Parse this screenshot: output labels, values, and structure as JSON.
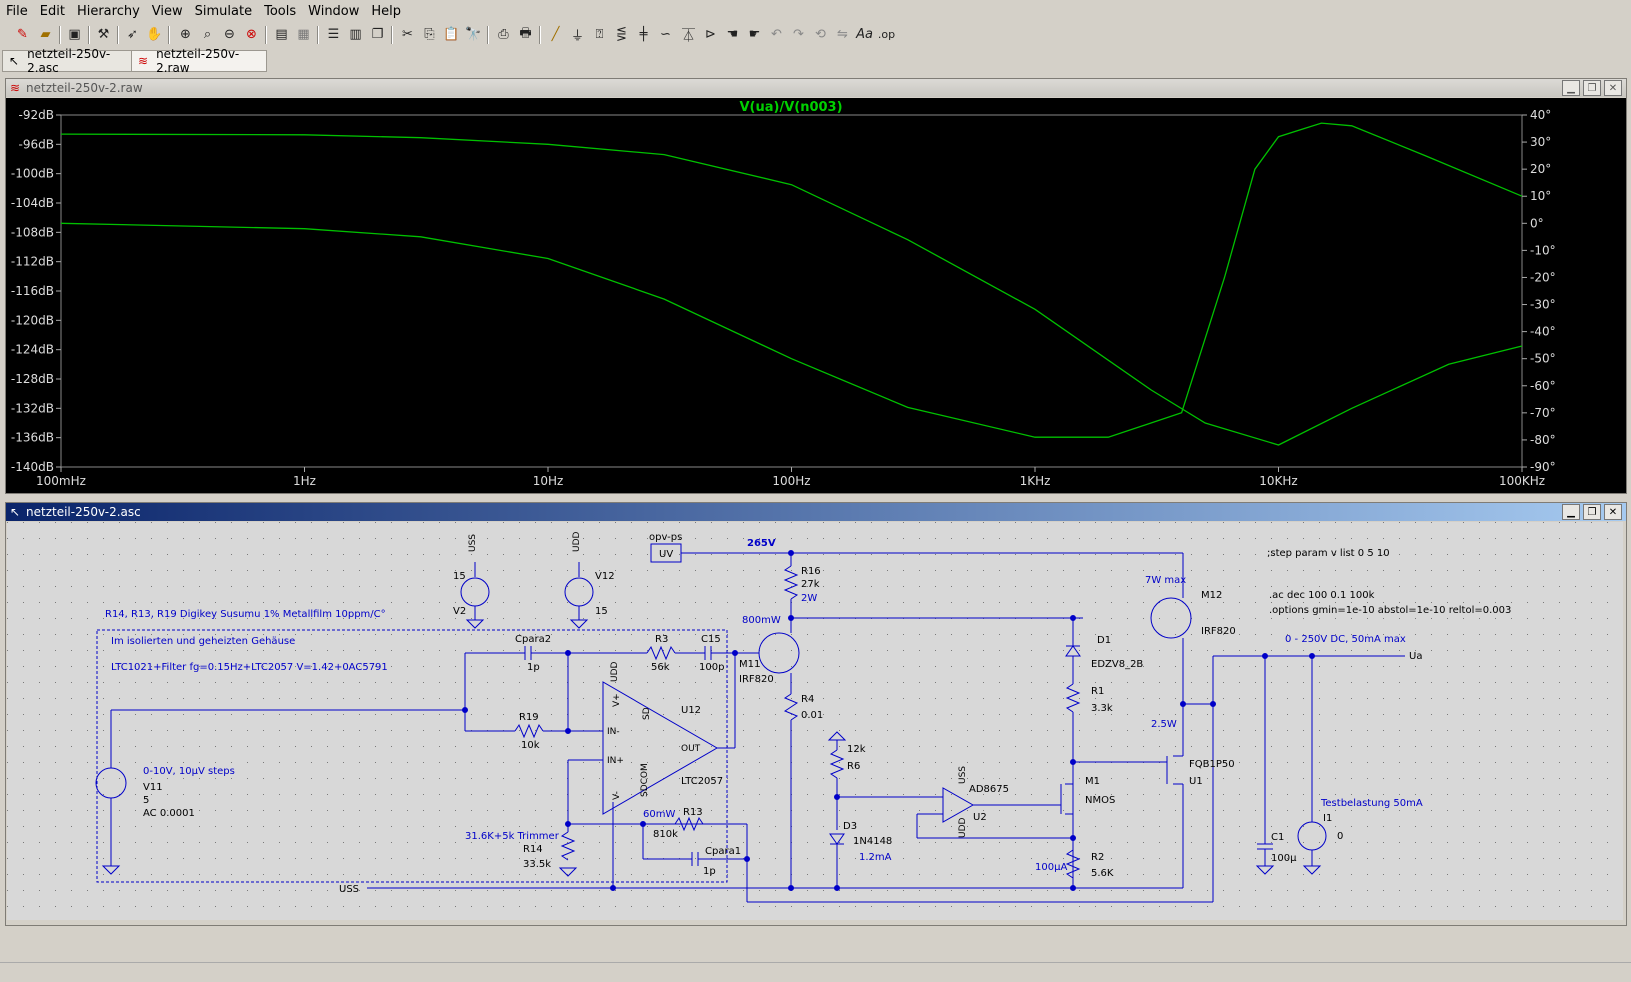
{
  "menu": [
    "File",
    "Edit",
    "Hierarchy",
    "View",
    "Simulate",
    "Tools",
    "Window",
    "Help"
  ],
  "tabs": [
    {
      "label": "netzteil-250v-2.asc",
      "active": false
    },
    {
      "label": "netzteil-250v-2.raw",
      "active": true
    }
  ],
  "waveform_window": {
    "title": "netzteil-250v-2.raw",
    "trace_label": "V(ua)/V(n003)",
    "y_left_ticks": [
      "-92dB",
      "-96dB",
      "-100dB",
      "-104dB",
      "-108dB",
      "-112dB",
      "-116dB",
      "-120dB",
      "-124dB",
      "-128dB",
      "-132dB",
      "-136dB",
      "-140dB"
    ],
    "y_right_ticks": [
      "40°",
      "30°",
      "20°",
      "10°",
      "0°",
      "-10°",
      "-20°",
      "-30°",
      "-40°",
      "-50°",
      "-60°",
      "-70°",
      "-80°",
      "-90°"
    ],
    "x_ticks": [
      "100mHz",
      "1Hz",
      "10Hz",
      "100Hz",
      "1KHz",
      "10KHz",
      "100KHz"
    ],
    "trace_color": "#00c000"
  },
  "chart_data": {
    "type": "line",
    "title": "V(ua)/V(n003)",
    "x_scale": "log",
    "xlim_hz": [
      0.1,
      100000
    ],
    "ylim_left_db": [
      -140,
      -92
    ],
    "ylim_right_deg": [
      -90,
      40
    ],
    "series": [
      {
        "name": "magnitude",
        "unit": "dB",
        "x": [
          0.1,
          1,
          3,
          10,
          30,
          100,
          300,
          1000,
          3000,
          5000,
          10000,
          20000,
          50000,
          100000
        ],
        "y": [
          -94.6,
          -94.7,
          -95.1,
          -96,
          -97.4,
          -101.5,
          -109,
          -118.5,
          -129.5,
          -134,
          -137,
          -132,
          -126,
          -123.5
        ]
      },
      {
        "name": "phase",
        "unit": "deg",
        "x": [
          0.1,
          1,
          3,
          10,
          30,
          100,
          300,
          1000,
          2000,
          4000,
          6000,
          8000,
          10000,
          15000,
          20000,
          40000,
          100000
        ],
        "y": [
          0,
          -2,
          -5,
          -13,
          -28,
          -50,
          -68,
          -79,
          -79,
          -70,
          -20,
          20,
          32,
          37,
          36,
          25,
          10
        ]
      }
    ]
  },
  "schematic_window": {
    "title": "netzteil-250v-2.asc",
    "labels": {
      "uss_top": "USS",
      "udd_top": "UDD",
      "v2_val": "15",
      "v2_name": "V2",
      "v12_name": "V12",
      "v12_val": "15",
      "opv_ps": "opv-ps",
      "uv": "UV",
      "v265": "265V",
      "r16": "R16",
      "r16_val": "27k",
      "r16_pow": "2W",
      "m11_pow": "800mW",
      "m11": "M11",
      "m11_model": "IRF820",
      "r4": "R4",
      "r4_val": "0.01",
      "note1": "R14, R13, R19 Digikey Susumu 1% Metallfilm 10ppm/C°",
      "note2": "Im isolierten und geheizten Gehäuse",
      "note3": "LTC1021+Filter fg=0.15Hz+LTC2057 V=1.42+0AC5791",
      "cpara2": "Cpara2",
      "cpara2_val": "1p",
      "r3": "R3",
      "r3_val": "56k",
      "c15": "C15",
      "c15_val": "100p",
      "r19": "R19",
      "r19_val": "10k",
      "udd_u12": "UDD",
      "sd": "SD",
      "u12": "U12",
      "in_minus": "IN-",
      "in_plus": "IN+",
      "out": "OUT",
      "sdcom": "SDCOM",
      "v_pin": "V-",
      "vplus_pin": "V+",
      "ltc2057": "LTC2057",
      "v11_desc": "0-10V, 10µV steps",
      "v11": "V11",
      "v11_val": "5",
      "v11_ac": "AC 0.0001",
      "r13_pow": "60mW",
      "r13": "R13",
      "r13_val": "810k",
      "cpara1": "Cpara1",
      "cpara1_val": "1p",
      "trimmer": "31.6K+5k Trimmer",
      "r14": "R14",
      "r14_val": "33.5k",
      "uss_bot": "USS",
      "r6_val": "12k",
      "r6": "R6",
      "d3": "D3",
      "d3_model": "1N4148",
      "d3_cur": "1.2mA",
      "uss_u2": "USS",
      "ad8675": "AD8675",
      "u2": "U2",
      "udd_u2": "UDD",
      "m1": "M1",
      "nmos": "NMOS",
      "r2_cur": "100µA",
      "r2": "R2",
      "r2_val": "5.6K",
      "m12_pow": "7W max",
      "m12": "M12",
      "m12_model": "IRF820",
      "d1": "D1",
      "d1_model": "EDZV8_2B",
      "r1": "R1",
      "r1_val": "3.3k",
      "u1_pow": "2.5W",
      "u1_model": "FQB1P50",
      "u1": "U1",
      "out_desc": "0 - 250V DC, 50mA max",
      "ua": "Ua",
      "c1": "C1",
      "c1_val": "100µ",
      "load_desc": "Testbelastung 50mA",
      "i1": "I1",
      "i1_val": "0",
      "step": ";step param v list 0 5 10",
      "ac": ".ac dec 100 0.1 100k",
      "options": ".options gmin=1e-10 abstol=1e-10 reltol=0.003"
    },
    "wire_color": "#0000c8",
    "text_color": "#0000c8"
  }
}
